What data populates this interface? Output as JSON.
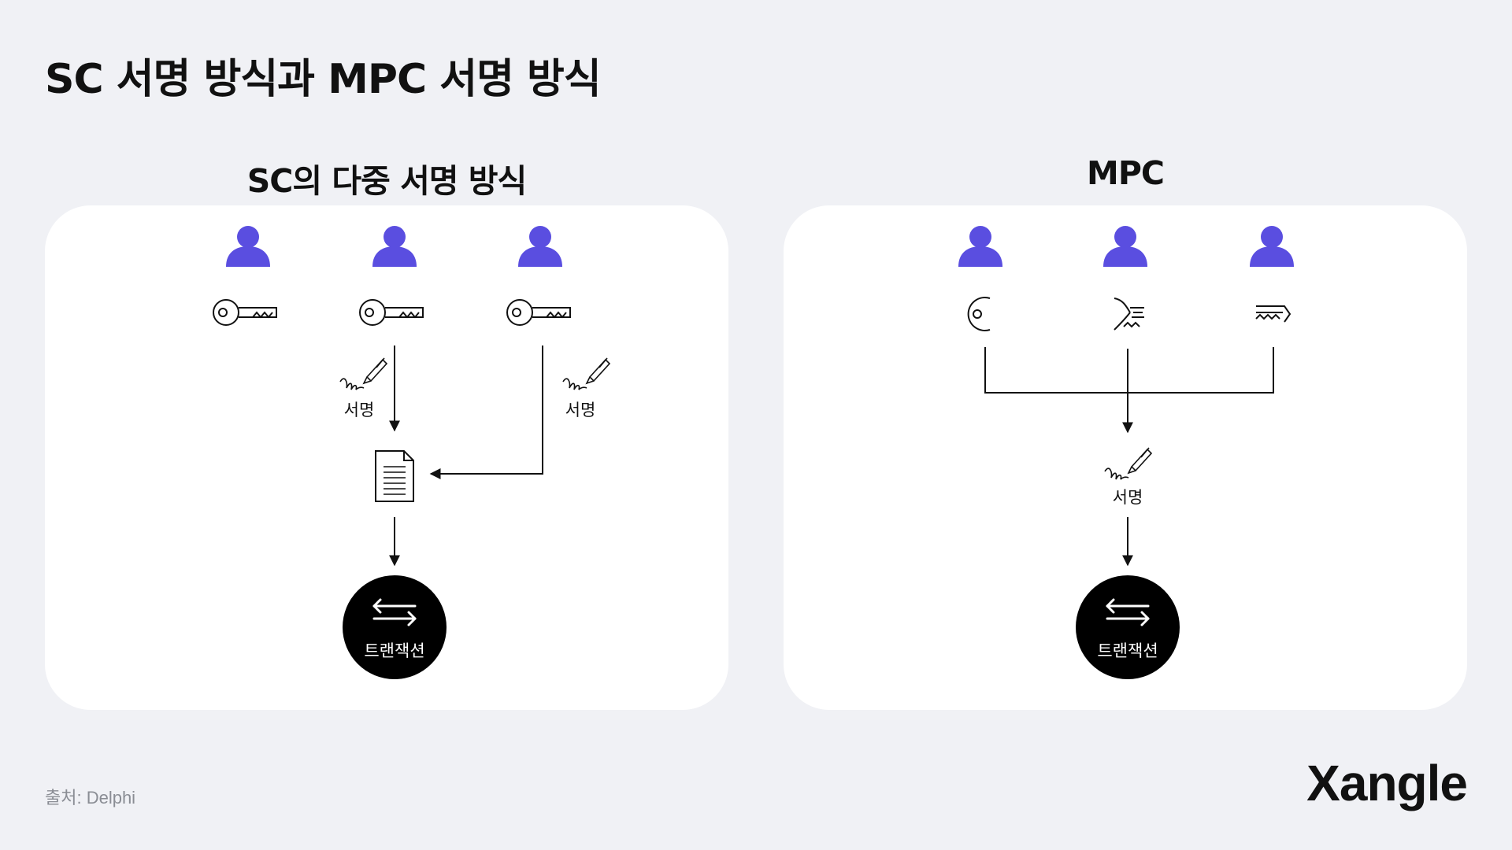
{
  "title": "SC 서명 방식과 MPC 서명 방식",
  "panels": {
    "left": {
      "title": "SC의 다중 서명 방식",
      "sign_labels": [
        "서명",
        "서명"
      ],
      "transaction_label": "트랜잭션"
    },
    "right": {
      "title": "MPC",
      "sign_label": "서명",
      "transaction_label": "트랜잭션"
    }
  },
  "source": "출처: Delphi",
  "logo": "Xangle",
  "colors": {
    "user": "#5a4ee0",
    "background": "#f0f1f5",
    "panel": "#ffffff",
    "ink": "#111111"
  },
  "icons": [
    "user-icon",
    "key-icon",
    "key-fragment-icon",
    "signature-pen-icon",
    "document-icon",
    "transaction-arrows-icon"
  ]
}
